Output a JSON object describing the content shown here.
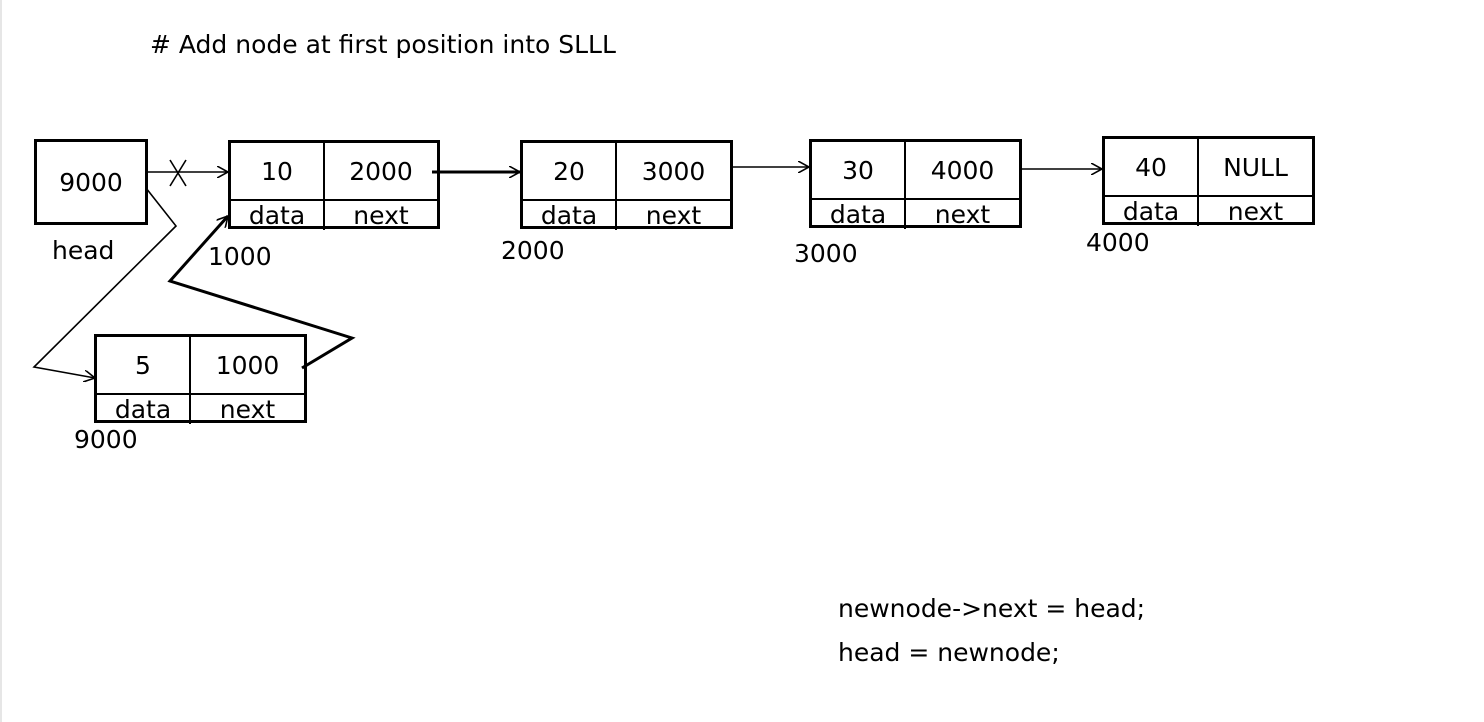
{
  "title": "# Add node at first position into SLLL",
  "head": {
    "value": "9000",
    "label": "head"
  },
  "nodes": [
    {
      "data": "10",
      "next": "2000",
      "address": "1000",
      "data_label": "data",
      "next_label": "next"
    },
    {
      "data": "20",
      "next": "3000",
      "address": "2000",
      "data_label": "data",
      "next_label": "next"
    },
    {
      "data": "30",
      "next": "4000",
      "address": "3000",
      "data_label": "data",
      "next_label": "next"
    },
    {
      "data": "40",
      "next": "NULL",
      "address": "4000",
      "data_label": "data",
      "next_label": "next"
    }
  ],
  "new_node": {
    "data": "5",
    "next": "1000",
    "address": "9000",
    "data_label": "data",
    "next_label": "next"
  },
  "code": {
    "line1": "newnode->next = head;",
    "line2": "head = newnode;"
  }
}
